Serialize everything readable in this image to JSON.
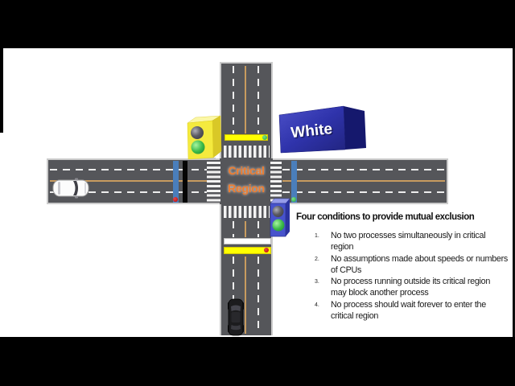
{
  "frame": {
    "letterbox_color": "#000000",
    "background": "#FFFFFF"
  },
  "diagram": {
    "critical_region": {
      "line1": "Critical",
      "line2": "Region",
      "text_color": "#ED7D31"
    },
    "white_box": {
      "label": "White",
      "front_color": "#3A3EB0"
    },
    "roads": {
      "surface_color": "#55565A",
      "edge_color": "#CBCBCB",
      "center_line_color": "#C89B5F",
      "lane_dash_color": "#EDEDED"
    },
    "signals": {
      "north_stop_bar": {
        "color": "#FFFF00",
        "signal_dot": "green"
      },
      "south_wait_bar": {
        "color": "#FFFFFF"
      },
      "south_stop_bar": {
        "color": "#FFFF00",
        "signal_dot": "red"
      },
      "west_lock_bar": {
        "color": "#4A7EBB",
        "signal_dot": "red"
      },
      "west_barrier_bar": {
        "color": "#000000"
      },
      "east_lock_bar": {
        "color": "#4A7EBB",
        "signal_dot": "green"
      },
      "dot_green": "#1FA83C",
      "dot_red": "#C00000"
    },
    "traffic_lights": [
      {
        "body_color": "#F4EA3E",
        "lamps": [
          "gray",
          "green"
        ]
      },
      {
        "body_color": "#4753CC",
        "lamps": [
          "gray",
          "green"
        ]
      }
    ],
    "vehicles": [
      {
        "type": "white-car",
        "heading": "east"
      },
      {
        "type": "dark-car",
        "heading": "north"
      }
    ]
  },
  "conditions": {
    "heading": "Four conditions to provide mutual exclusion",
    "items": [
      {
        "num": "1.",
        "text": "No two processes simultaneously in critical\nregion"
      },
      {
        "num": "2.",
        "text": "No assumptions made about speeds or numbers\nof CPUs"
      },
      {
        "num": "3.",
        "text": "No process running outside its critical region\nmay block another process"
      },
      {
        "num": "4.",
        "text": "No process should wait forever to enter the\ncritical region"
      }
    ]
  }
}
